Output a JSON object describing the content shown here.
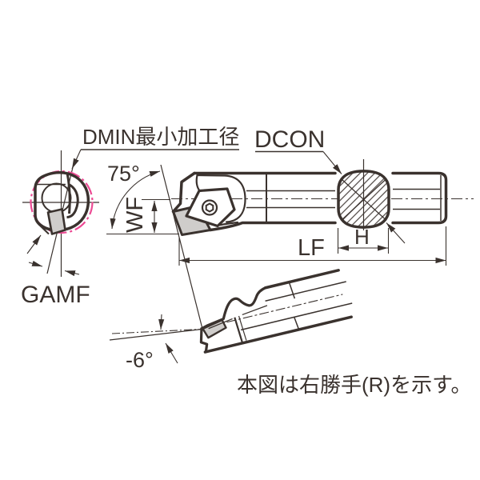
{
  "drawing": {
    "type": "tool-engineering-diagram",
    "labels": {
      "dmin": "DMIN最小加工径",
      "dcon": "DCON",
      "approach_angle": "75°",
      "wf": "WF",
      "lf": "LF",
      "h": "H",
      "gamf": "GAMF",
      "rake_angle": "-6°",
      "note": "本図は右勝手(R)を示す。"
    },
    "colors": {
      "ink": "#3a322e",
      "pink": "#ec4b94",
      "insert_gray": "#cfcdcb"
    },
    "views": {
      "end_view": "front end view with DMIN circle and GAMF angle",
      "main_view": "top view with 75° approach angle, WF, LF, H and DCON section",
      "side_view": "side view tilted, showing -6° rake angle"
    }
  }
}
